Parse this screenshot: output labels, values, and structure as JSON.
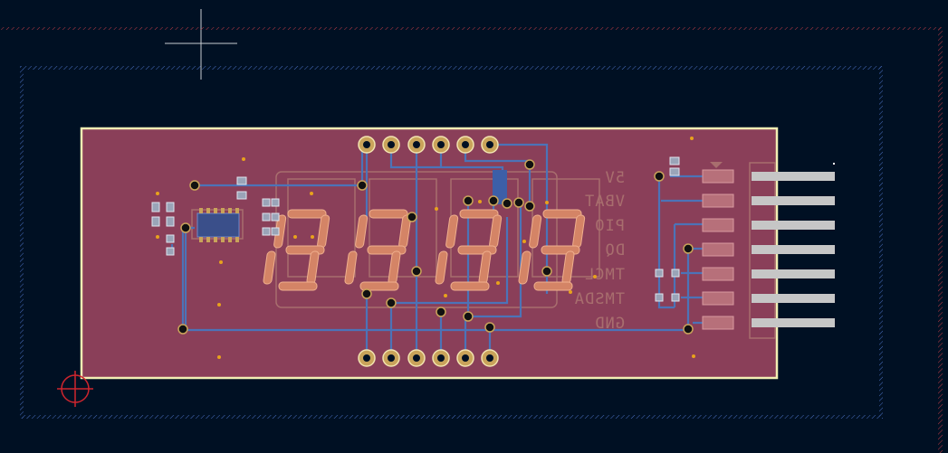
{
  "editor": {
    "title": "PCB Editor canvas",
    "view_side": "bottom (mirrored)"
  },
  "board": {
    "outline_color": "#f2eeb3",
    "copper_color": "#8a3f59",
    "silkscreen_color": "#a86e6e",
    "track_color": "#4c73b8",
    "pad_color": "#c9a35a",
    "edge_cuts_color": "#d0404a",
    "courtyard_color": "#4a6fc0"
  },
  "display": {
    "digits": 4,
    "segments_lit": "all"
  },
  "connector_labels": [
    "5V",
    "VBAT",
    "PIO",
    "DQ",
    "TMCL",
    "TMSDA",
    "GND"
  ],
  "icons": {
    "origin": "crosshair-icon",
    "grid_origin": "grid-origin-icon"
  }
}
